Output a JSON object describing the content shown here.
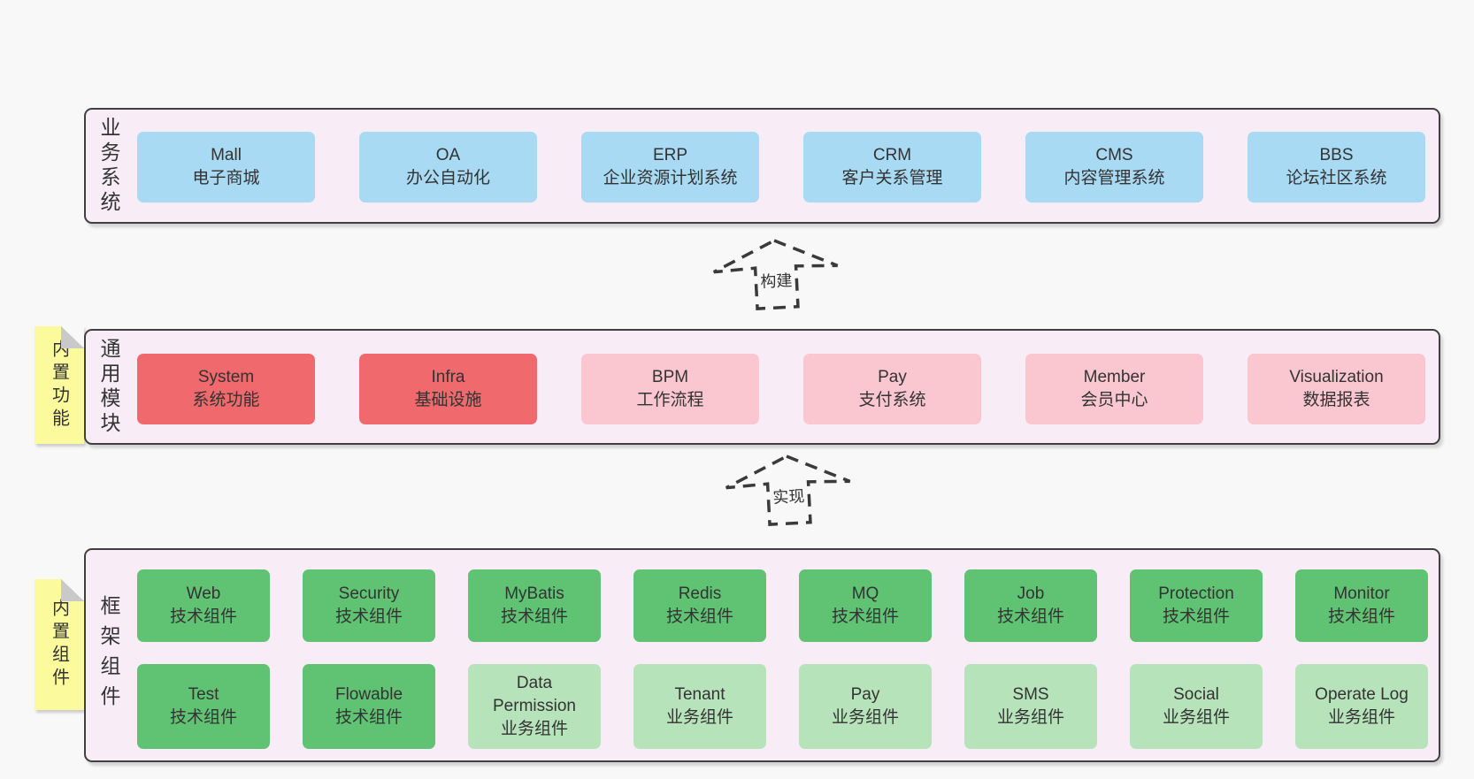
{
  "colors": {
    "page_bg": "#f8f8f8",
    "container_bg": "#f8edf7",
    "container_border": "#404040",
    "sticky_yellow": "#fbfb9e",
    "text": "#333333",
    "blue": "#a8daf4",
    "red": "#ef696d",
    "pink": "#fac6cf",
    "green_dark": "#60c374",
    "green_light": "#b7e3bb"
  },
  "business": {
    "label": "业务系统",
    "boxes": [
      {
        "name": "Mall",
        "desc": "电子商城",
        "tone": "blue"
      },
      {
        "name": "OA",
        "desc": "办公自动化",
        "tone": "blue"
      },
      {
        "name": "ERP",
        "desc": "企业资源计划系统",
        "tone": "blue"
      },
      {
        "name": "CRM",
        "desc": "客户关系管理",
        "tone": "blue"
      },
      {
        "name": "CMS",
        "desc": "内容管理系统",
        "tone": "blue"
      },
      {
        "name": "BBS",
        "desc": "论坛社区系统",
        "tone": "blue"
      }
    ]
  },
  "build_arrow": {
    "label": "构建"
  },
  "modules": {
    "label": "通用模块",
    "sticky": "内置功能",
    "boxes": [
      {
        "name": "System",
        "desc": "系统功能",
        "tone": "red"
      },
      {
        "name": "Infra",
        "desc": "基础设施",
        "tone": "red"
      },
      {
        "name": "BPM",
        "desc": "工作流程",
        "tone": "pink"
      },
      {
        "name": "Pay",
        "desc": "支付系统",
        "tone": "pink"
      },
      {
        "name": "Member",
        "desc": "会员中心",
        "tone": "pink"
      },
      {
        "name": "Visualization",
        "desc": "数据报表",
        "tone": "pink"
      }
    ]
  },
  "implement_arrow": {
    "label": "实现"
  },
  "components": {
    "label": "框架组件",
    "sticky": "内置组件",
    "row1": [
      {
        "name": "Web",
        "desc": "技术组件",
        "tone": "green_dark"
      },
      {
        "name": "Security",
        "desc": "技术组件",
        "tone": "green_dark"
      },
      {
        "name": "MyBatis",
        "desc": "技术组件",
        "tone": "green_dark"
      },
      {
        "name": "Redis",
        "desc": "技术组件",
        "tone": "green_dark"
      },
      {
        "name": "MQ",
        "desc": "技术组件",
        "tone": "green_dark"
      },
      {
        "name": "Job",
        "desc": "技术组件",
        "tone": "green_dark"
      },
      {
        "name": "Protection",
        "desc": "技术组件",
        "tone": "green_dark"
      },
      {
        "name": "Monitor",
        "desc": "技术组件",
        "tone": "green_dark"
      }
    ],
    "row2": [
      {
        "name": "Test",
        "desc": "技术组件",
        "tone": "green_dark"
      },
      {
        "name": "Flowable",
        "desc": "技术组件",
        "tone": "green_dark"
      },
      {
        "name": "Data Permission",
        "desc": "业务组件",
        "tone": "green_light"
      },
      {
        "name": "Tenant",
        "desc": "业务组件",
        "tone": "green_light"
      },
      {
        "name": "Pay",
        "desc": "业务组件",
        "tone": "green_light"
      },
      {
        "name": "SMS",
        "desc": "业务组件",
        "tone": "green_light"
      },
      {
        "name": "Social",
        "desc": "业务组件",
        "tone": "green_light"
      },
      {
        "name": "Operate Log",
        "desc": "业务组件",
        "tone": "green_light"
      }
    ]
  }
}
